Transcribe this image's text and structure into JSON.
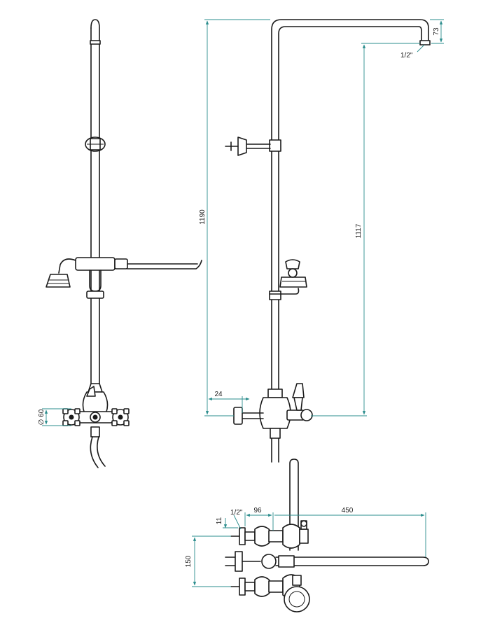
{
  "dimensions": {
    "diameter": "∅ 60",
    "overall_height": "1190",
    "arm_drop": "73",
    "outlet_thread": "1/2\"",
    "outlet_height": "1117",
    "wall_offset": "24",
    "inlet_thread": "1/2\"",
    "inlet_height": "11",
    "body_depth": "96",
    "spout_reach": "450",
    "inlet_spacing": "150"
  },
  "colors": {
    "line": "#1a1a1a",
    "dimension": "#2a8c8c"
  }
}
